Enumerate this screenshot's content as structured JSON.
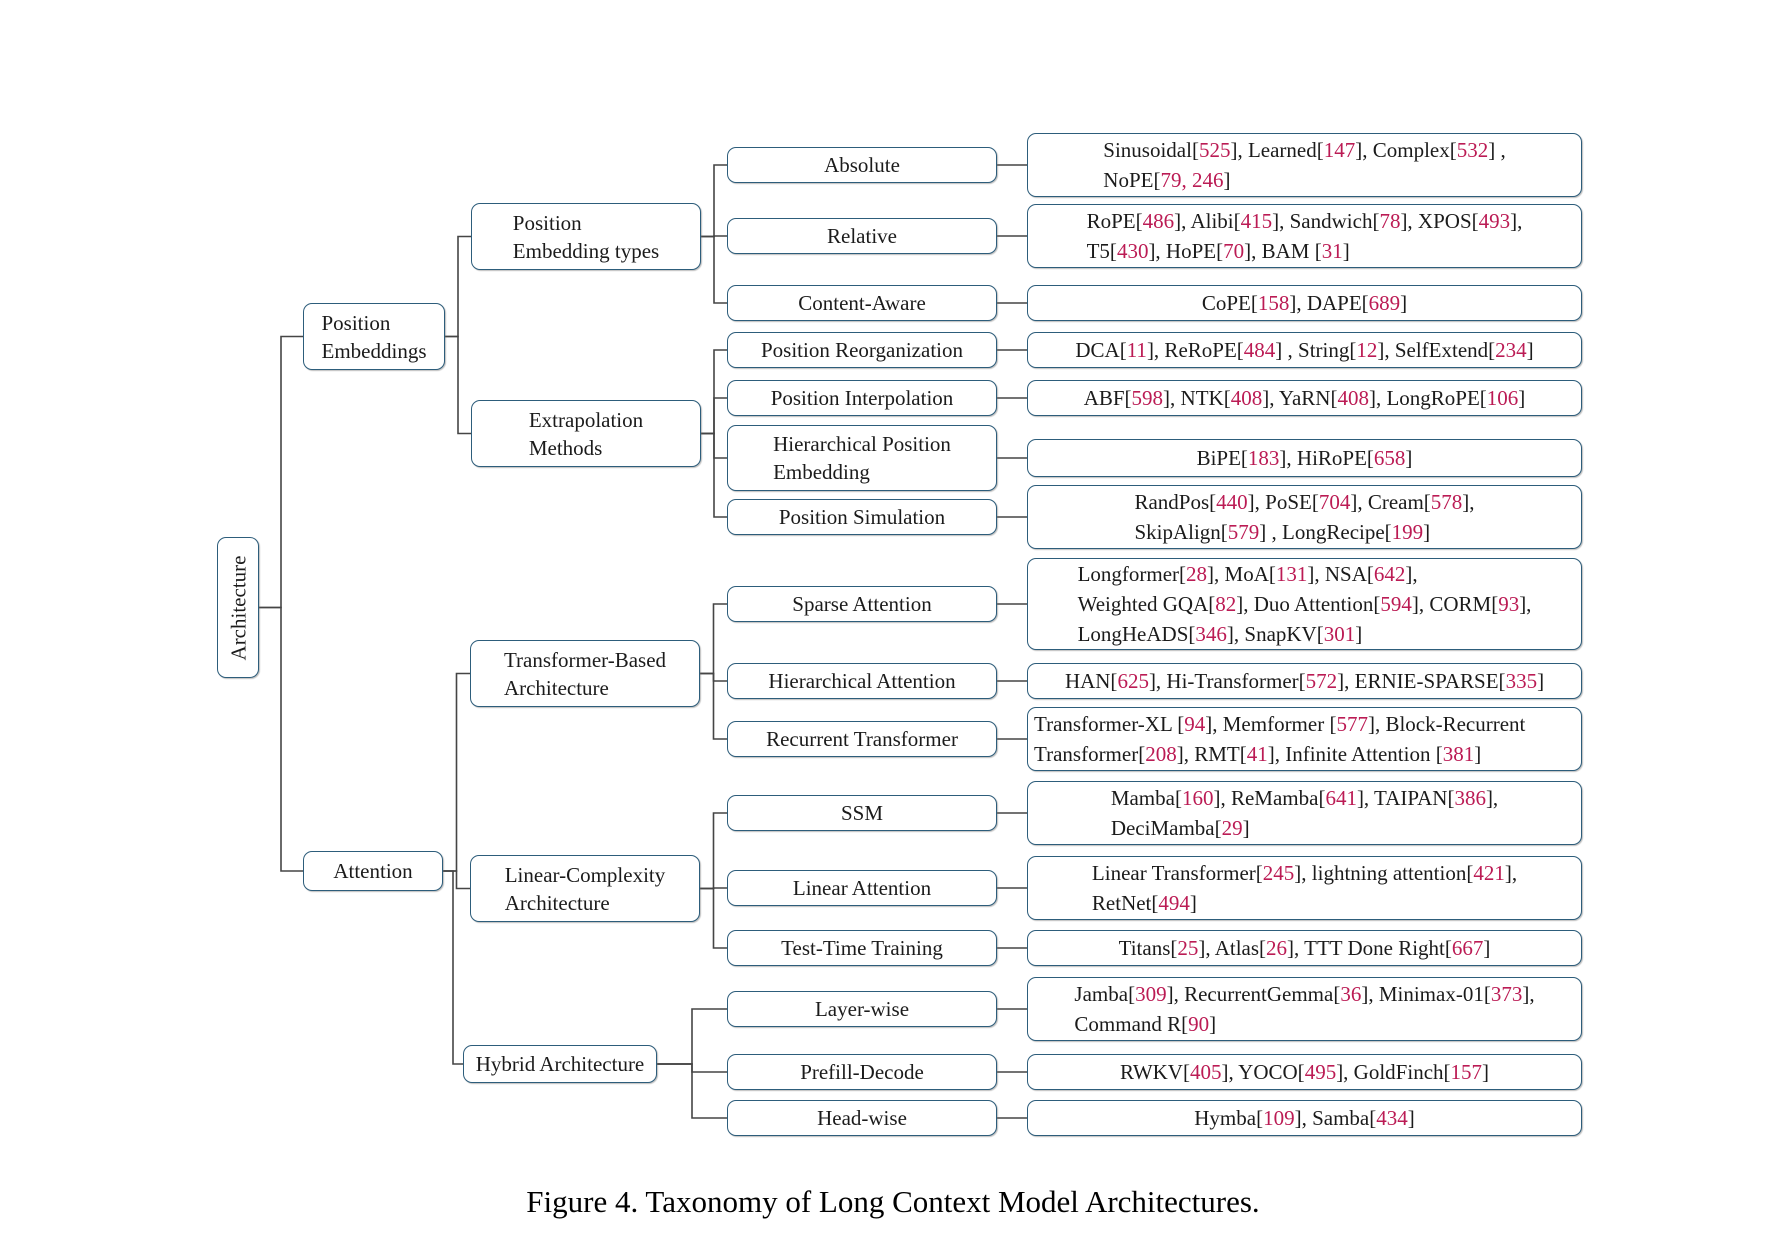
{
  "caption": "Figure 4. Taxonomy of Long Context Model Architectures.",
  "colors": {
    "box_border": "#2d5d7b",
    "citation": "#bb1b54",
    "connector": "#454545",
    "text": "#1b1b1b"
  },
  "nodes": {
    "architecture": "Architecture",
    "position_embeddings": "Position\nEmbeddings",
    "attention": "Attention",
    "position_embedding_types": "Position\nEmbedding types",
    "extrapolation_methods": "Extrapolation\nMethods",
    "transformer_based": "Transformer-Based\nArchitecture",
    "linear_complexity": "Linear-Complexity\nArchitecture",
    "hybrid_architecture": "Hybrid Architecture",
    "absolute": "Absolute",
    "relative": "Relative",
    "content_aware": "Content-Aware",
    "position_reorganization": "Position Reorganization",
    "position_interpolation": "Position Interpolation",
    "hierarchical_position_embedding": "Hierarchical Position\nEmbedding",
    "position_simulation": "Position Simulation",
    "sparse_attention": "Sparse Attention",
    "hierarchical_attention": "Hierarchical Attention",
    "recurrent_transformer": "Recurrent Transformer",
    "ssm": "SSM",
    "linear_attention": "Linear Attention",
    "test_time_training": "Test-Time Training",
    "layer_wise": "Layer-wise",
    "prefill_decode": "Prefill-Decode",
    "head_wise": "Head-wise"
  },
  "leaves": {
    "absolute": [
      "Sinusoidal[525], Learned[147], Complex[532] ,",
      "NoPE[79, 246]"
    ],
    "relative": [
      "RoPE[486], Alibi[415], Sandwich[78], XPOS[493],",
      "T5[430], HoPE[70], BAM [31]"
    ],
    "content_aware": [
      "CoPE[158], DAPE[689]"
    ],
    "position_reorganization": [
      "DCA[11], ReRoPE[484] , String[12], SelfExtend[234]"
    ],
    "position_interpolation": [
      "ABF[598], NTK[408], YaRN[408], LongRoPE[106]"
    ],
    "hierarchical_position_embedding": [
      "BiPE[183], HiRoPE[658]"
    ],
    "position_simulation": [
      "RandPos[440], PoSE[704], Cream[578],",
      "SkipAlign[579] , LongRecipe[199]"
    ],
    "sparse_attention": [
      "Longformer[28], MoA[131], NSA[642],",
      "Weighted GQA[82], Duo Attention[594], CORM[93],",
      "LongHeADS[346], SnapKV[301]"
    ],
    "hierarchical_attention": [
      "HAN[625], Hi-Transformer[572], ERNIE-SPARSE[335]"
    ],
    "recurrent_transformer": [
      "Transformer-XL [94], Memformer [577], Block-Recurrent",
      "Transformer[208], RMT[41], Infinite Attention [381]"
    ],
    "ssm": [
      "Mamba[160], ReMamba[641], TAIPAN[386],",
      "DeciMamba[29]"
    ],
    "linear_attention": [
      "Linear Transformer[245], lightning attention[421],",
      "RetNet[494]"
    ],
    "test_time_training": [
      "Titans[25], Atlas[26], TTT Done Right[667]"
    ],
    "layer_wise": [
      "Jamba[309], RecurrentGemma[36], Minimax-01[373],",
      "Command R[90]"
    ],
    "prefill_decode": [
      "RWKV[405], YOCO[495], GoldFinch[157]"
    ],
    "head_wise": [
      "Hymba[109], Samba[434]"
    ]
  }
}
